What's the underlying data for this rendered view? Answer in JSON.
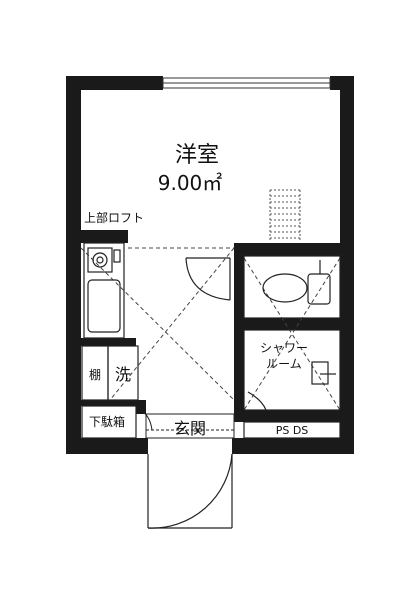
{
  "floor_plan": {
    "rooms": {
      "western_room": {
        "name": "洋室",
        "area": "9.00㎡"
      },
      "loft": {
        "label": "上部ロフト"
      },
      "shelf": {
        "label": "棚"
      },
      "washer": {
        "label": "洗"
      },
      "shoe_box": {
        "label": "下駄箱"
      },
      "entrance": {
        "label": "玄関"
      },
      "shower_room": {
        "line1": "シャワー",
        "line2": "ルーム"
      },
      "ps_ds": {
        "label": "PS DS"
      }
    },
    "colors": {
      "wall": "#1a1a1a",
      "line": "#333333",
      "background": "#ffffff"
    }
  }
}
